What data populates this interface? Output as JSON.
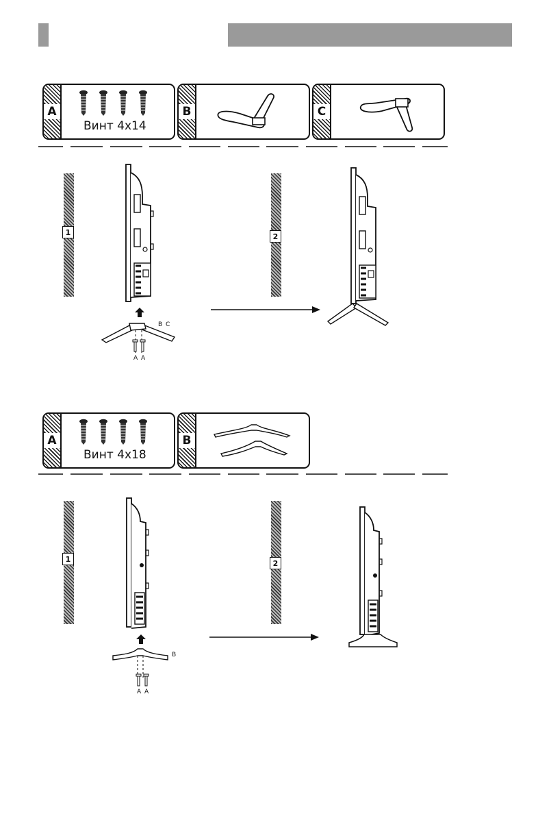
{
  "section1": {
    "parts": [
      {
        "letter": "A",
        "caption": "Винт 4x14"
      },
      {
        "letter": "B",
        "caption": ""
      },
      {
        "letter": "C",
        "caption": ""
      }
    ],
    "steps": [
      "1",
      "2"
    ],
    "labels": {
      "stand_parts": "B C",
      "screw_a1": "A",
      "screw_a2": "A"
    }
  },
  "section2": {
    "parts": [
      {
        "letter": "A",
        "caption": "Винт 4x18"
      },
      {
        "letter": "B",
        "caption": ""
      }
    ],
    "steps": [
      "1",
      "2"
    ],
    "labels": {
      "stand_parts": "B",
      "screw_a1": "A",
      "screw_a2": "A"
    }
  },
  "icons": [
    "screw-icon",
    "tv-side-icon",
    "stand-icon",
    "arrow-up-icon",
    "arrow-right-icon"
  ]
}
